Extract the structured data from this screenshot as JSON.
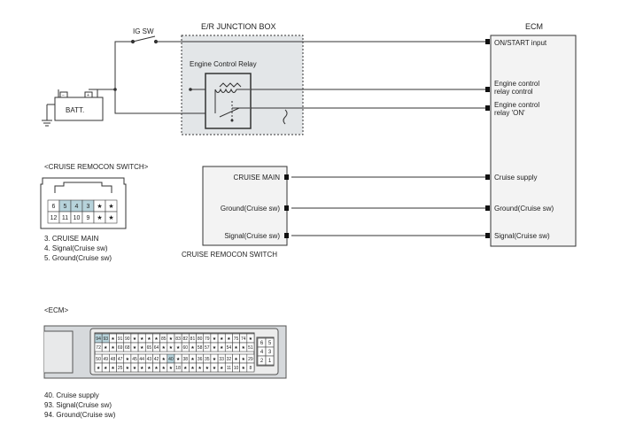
{
  "labels": {
    "ig_sw": "IG SW",
    "batt": "BATT.",
    "junction_box": "E/R JUNCTION BOX",
    "relay": "Engine Control Relay",
    "ecm": "ECM",
    "switch_title": "CRUISE REMOCON SWITCH",
    "switch_caption": "<CRUISE REMOCON SWITCH>",
    "ecm_caption": "<ECM>"
  },
  "ecm_pins": [
    "ON/START input",
    "Engine control",
    "relay control",
    "Engine control",
    "relay 'ON'",
    "Cruise supply",
    "Ground(Cruise sw)",
    "Signal(Cruise sw)"
  ],
  "switch_pins": [
    "CRUISE MAIN",
    "Ground(Cruise sw)",
    "Signal(Cruise sw)"
  ],
  "switch_connector": {
    "top": [
      "6",
      "5",
      "4",
      "3",
      "★",
      "★"
    ],
    "bottom": [
      "12",
      "11",
      "10",
      "9",
      "★",
      "★"
    ],
    "highlight": "#b7d3db"
  },
  "switch_legend": [
    "3. CRUISE MAIN",
    "4. Signal(Cruise sw)",
    "5. Ground(Cruise sw)"
  ],
  "ecm_connector": {
    "row1": [
      "94",
      "93",
      "★",
      "91",
      "90",
      "★",
      "★",
      "★",
      "★",
      "85",
      "★",
      "83",
      "82",
      "81",
      "80",
      "79",
      "★",
      "★",
      "★",
      "75",
      "74",
      "★"
    ],
    "row2": [
      "72",
      "★",
      "★",
      "69",
      "68",
      "★",
      "★",
      "65",
      "64",
      "★",
      "★",
      "★",
      "60",
      "★",
      "58",
      "57",
      "★",
      "★",
      "54",
      "★",
      "★",
      "51"
    ],
    "row3": [
      "50",
      "49",
      "48",
      "47",
      "★",
      "45",
      "44",
      "43",
      "42",
      "★",
      "40",
      "★",
      "38",
      "★",
      "36",
      "35",
      "★",
      "33",
      "32",
      "★",
      "★",
      "29"
    ],
    "row4": [
      "★",
      "★",
      "★",
      "25",
      "★",
      "★",
      "★",
      "★",
      "★",
      "★",
      "★",
      "18",
      "★",
      "★",
      "★",
      "★",
      "★",
      "★",
      "11",
      "10",
      "★",
      "8"
    ],
    "right_block": [
      "6",
      "5",
      "4",
      "3",
      "2",
      "1"
    ]
  },
  "ecm_legend": [
    "40. Cruise supply",
    "93. Signal(Cruise sw)",
    "94. Ground(Cruise sw)"
  ],
  "colors": {
    "box_fill": "#e3e6e8",
    "ecm_fill": "#f3f3f3",
    "line": "#333333"
  }
}
